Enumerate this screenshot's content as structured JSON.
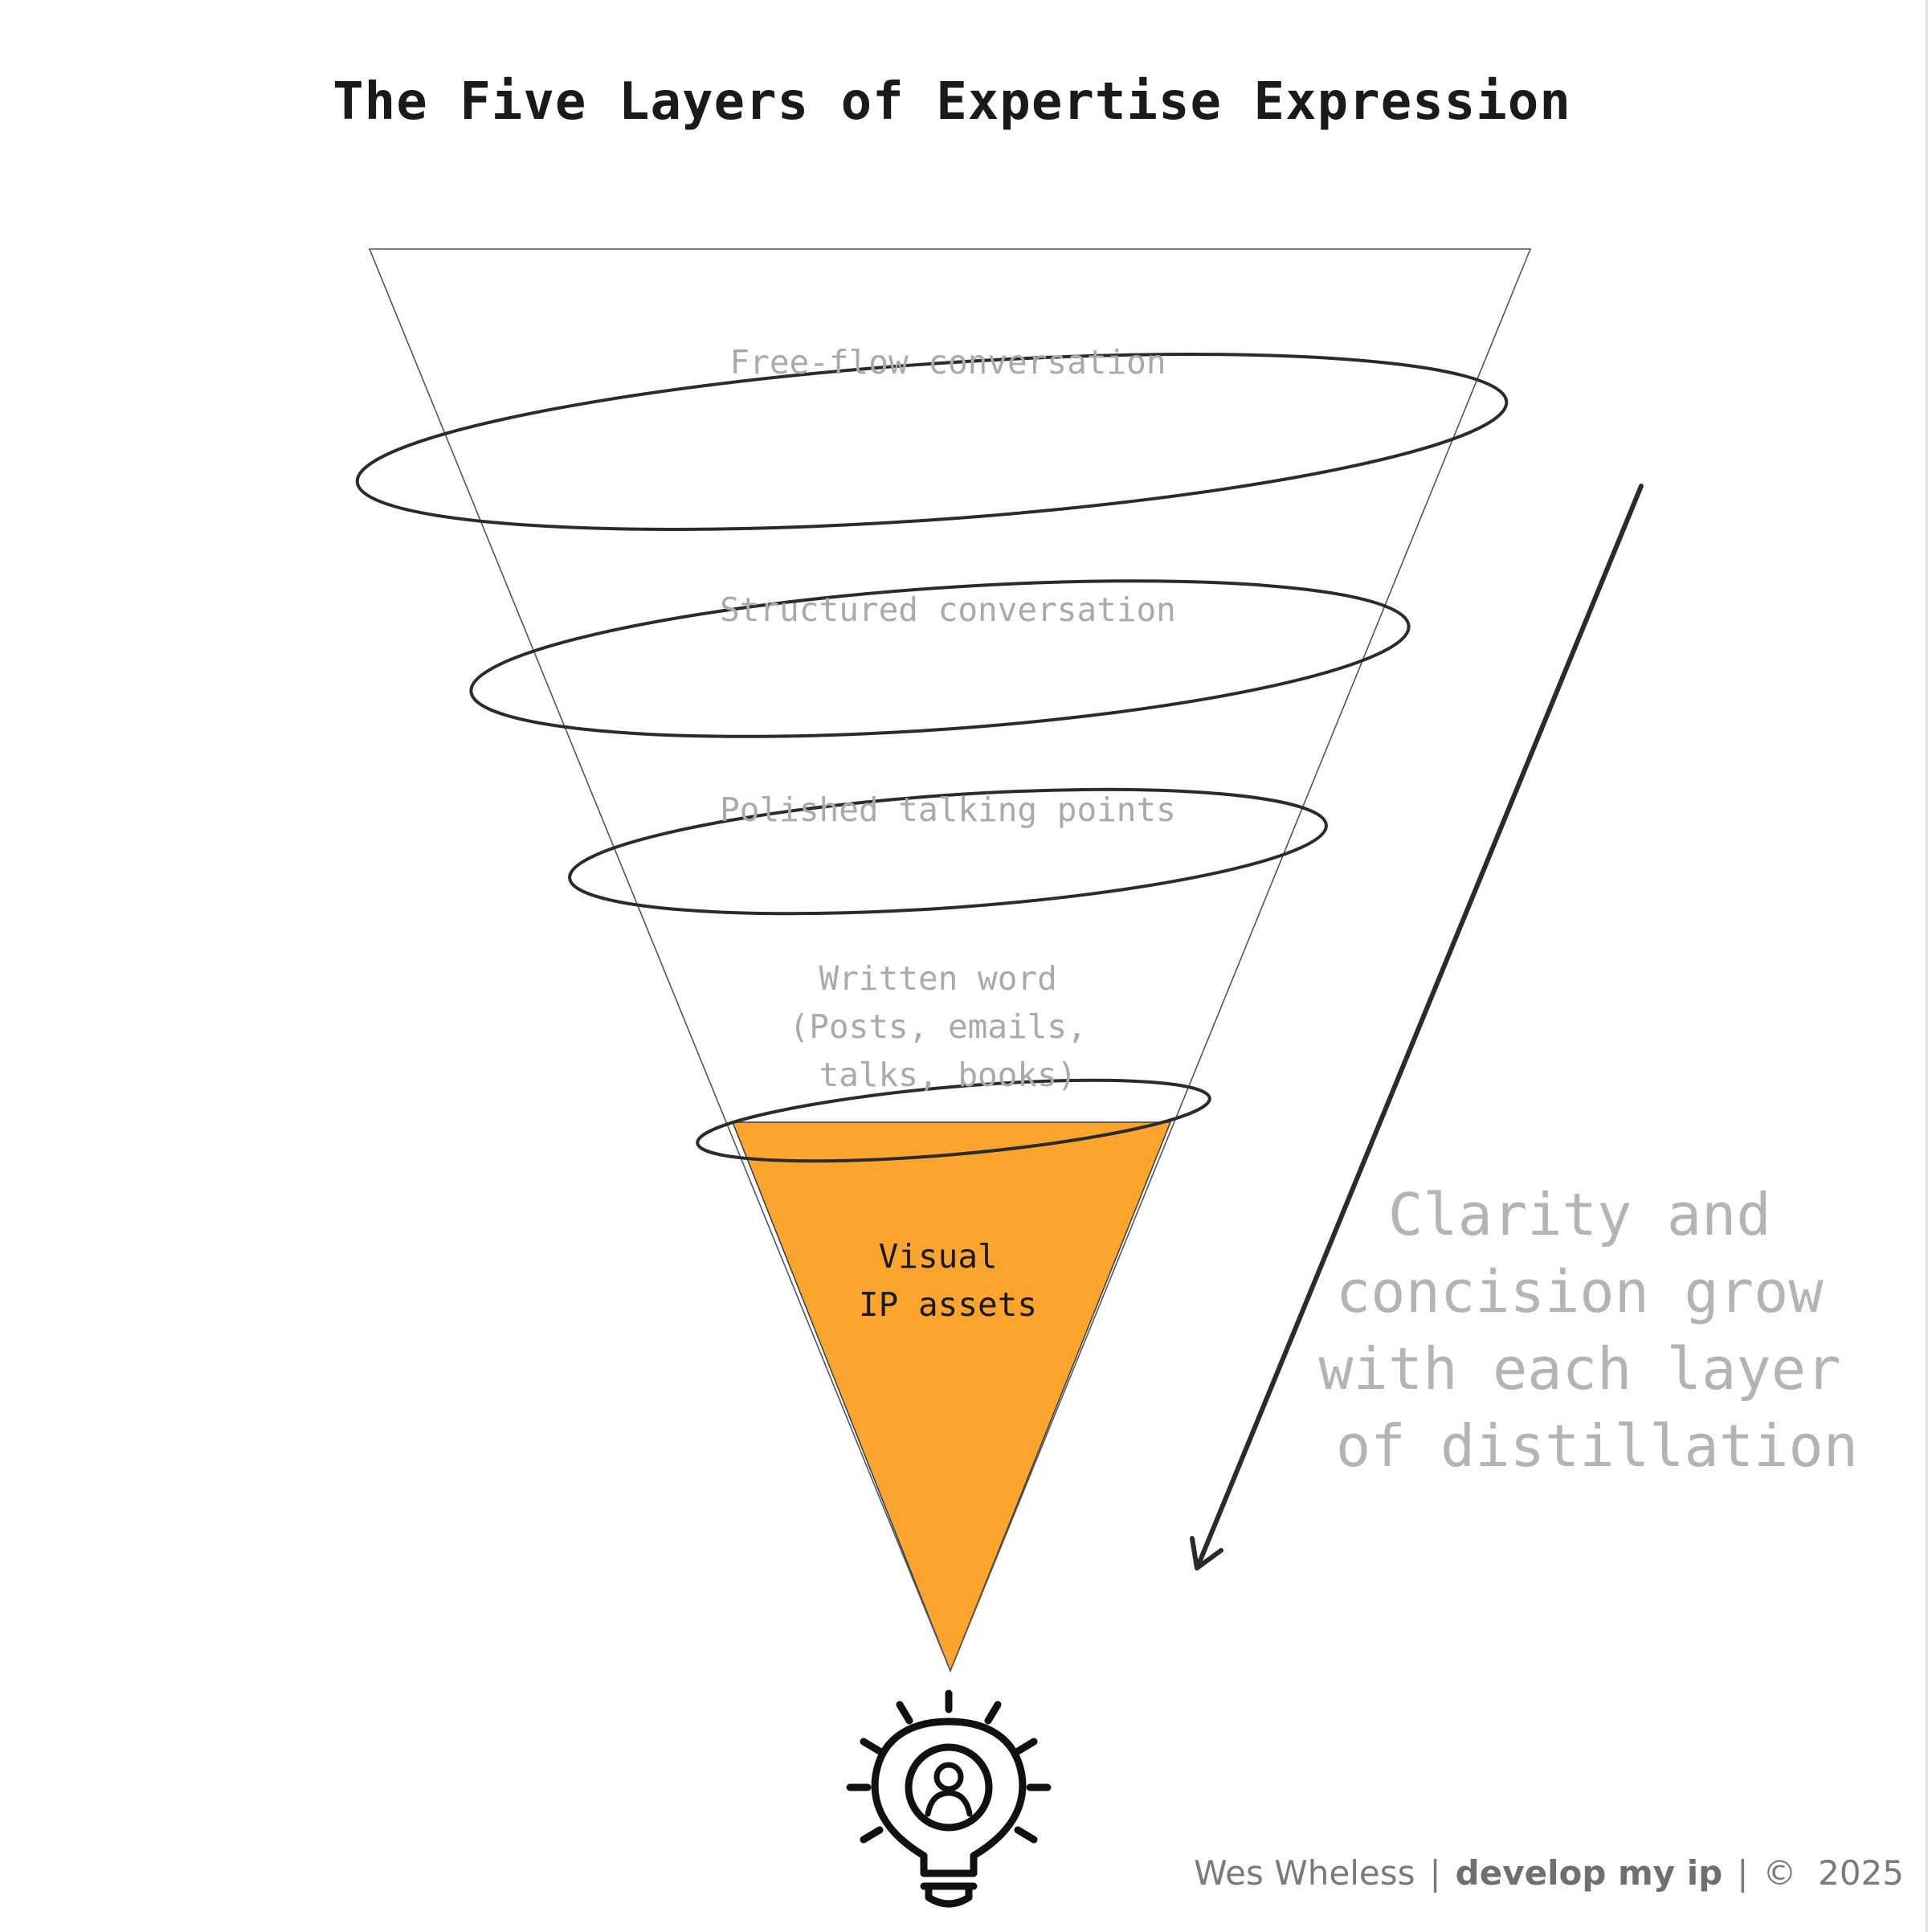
{
  "title": "The Five Layers of Expertise Expression",
  "layers": [
    {
      "lines": [
        "Free-flow conversation"
      ]
    },
    {
      "lines": [
        "Structured conversation"
      ]
    },
    {
      "lines": [
        "Polished talking points"
      ]
    },
    {
      "lines": [
        "Written word",
        "(Posts, emails,",
        "talks, books)"
      ]
    },
    {
      "lines": [
        "Visual",
        "IP assets"
      ]
    }
  ],
  "side_note": {
    "lines": [
      "Clarity and",
      "concision grow",
      "with each layer",
      "of distillation"
    ]
  },
  "footer": {
    "author": "Wes Wheless",
    "brand": "develop my ip",
    "copyright_symbol": "©",
    "year": "2025"
  },
  "colors": {
    "accent": "#FBA52F",
    "outline": "#2b2b2b",
    "muted_text": "#aaaaaa"
  },
  "icons": {
    "arrow": "arrow-down-left-icon",
    "bottom": "lightbulb-person-icon"
  }
}
